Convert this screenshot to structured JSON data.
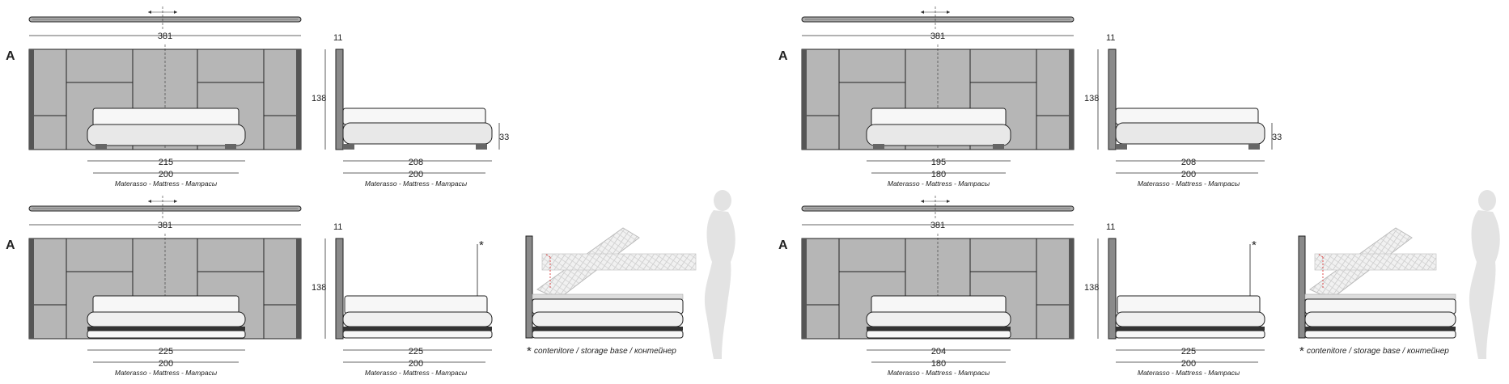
{
  "panels": [
    {
      "id": "tl",
      "label": "A",
      "headboard_width": "381",
      "headboard_depth": "11",
      "height": "138",
      "side_base_height": "33",
      "front_outer": "215",
      "front_inner": "200",
      "side_outer": "208",
      "side_inner": "200",
      "mattress_caption": "Materasso - Mattress - Матрасы",
      "storage": false
    },
    {
      "id": "tr",
      "label": "A",
      "headboard_width": "381",
      "headboard_depth": "11",
      "height": "138",
      "side_base_height": "33",
      "front_outer": "195",
      "front_inner": "180",
      "side_outer": "208",
      "side_inner": "200",
      "mattress_caption": "Materasso - Mattress - Матрасы",
      "storage": false
    },
    {
      "id": "bl",
      "label": "A",
      "headboard_width": "381",
      "headboard_depth": "11",
      "height": "138",
      "front_outer": "225",
      "front_inner": "200",
      "side_outer": "225",
      "side_inner": "200",
      "mattress_caption": "Materasso - Mattress - Матрасы",
      "storage": true,
      "storage_mark": "*",
      "storage_note": "contenitore / storage base / контейнер"
    },
    {
      "id": "br",
      "label": "A",
      "headboard_width": "381",
      "headboard_depth": "11",
      "height": "138",
      "front_outer": "204",
      "front_inner": "180",
      "side_outer": "225",
      "side_inner": "200",
      "mattress_caption": "Materasso - Mattress - Матрасы",
      "storage": true,
      "storage_mark": "*",
      "storage_note": "contenitore / storage base / контейнер"
    }
  ]
}
